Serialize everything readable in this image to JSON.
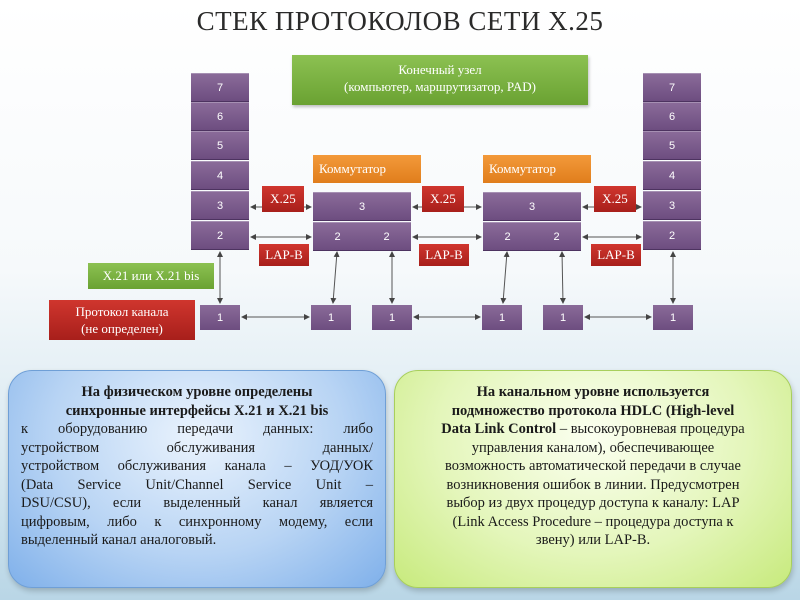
{
  "title": "СТЕК ПРОТОКОЛОВ СЕТИ Х.25",
  "end_node": {
    "line1": "Конечный узел",
    "line2": "(компьютер, маршрутизатор, PAD)"
  },
  "left_stack": [
    "7",
    "6",
    "5",
    "4",
    "3",
    "2"
  ],
  "right_stack": [
    "7",
    "6",
    "5",
    "4",
    "3",
    "2"
  ],
  "switches": [
    {
      "label": "Коммутатор",
      "level3": "3",
      "level2a": "2",
      "level2b": "2"
    },
    {
      "label": "Коммутатор",
      "level3": "3",
      "level2a": "2",
      "level2b": "2"
    }
  ],
  "x25_labels": [
    "X.25",
    "X.25",
    "X.25"
  ],
  "lapb_labels": [
    "LAP-B",
    "LAP-B",
    "LAP-B"
  ],
  "physical_cells": [
    "1",
    "1",
    "1",
    "1",
    "1",
    "1"
  ],
  "x21_label": "X.21 или X.21 bis",
  "channel_protocol": {
    "line1": "Протокол канала",
    "line2": "(не определен)"
  },
  "left_panel": {
    "head_line1": "На физическом уровне определены",
    "head_line2": "синхронные интерфейсы X.21 и X.21 bis",
    "lines": [
      "к оборудованию передачи данных: либо",
      "устройством обслуживания данных/",
      "устройством обслуживания канала – УОД/УОК",
      "(Data Service Unit/Channel Service Unit –",
      "DSU/CSU), если выделенный канал является",
      "цифровым, либо к синхронному модему, если"
    ],
    "last_line": "выделенный канал аналоговый."
  },
  "right_panel": {
    "head_line1": "На канальном уровне используется",
    "head_line2": "подмножество протокола HDLC (High-level",
    "head_line3_bold": "Data Link Control",
    "head_line3_rest": " – высокоуровневая процедура",
    "lines": [
      "управления каналом), обеспечивающее",
      "возможность автоматической передачи в случае",
      "возникновения ошибок в линии. Предусмотрен",
      "выбор из двух процедур доступа к каналу: LAP",
      "(Link Access Procedure – процедура доступа к",
      "звену) или LAP-B."
    ]
  },
  "colors": {
    "stack_purple": "#7a5a8c",
    "label_red": "#b8261f",
    "label_orange": "#ec8c2a",
    "label_green": "#7cb342"
  }
}
